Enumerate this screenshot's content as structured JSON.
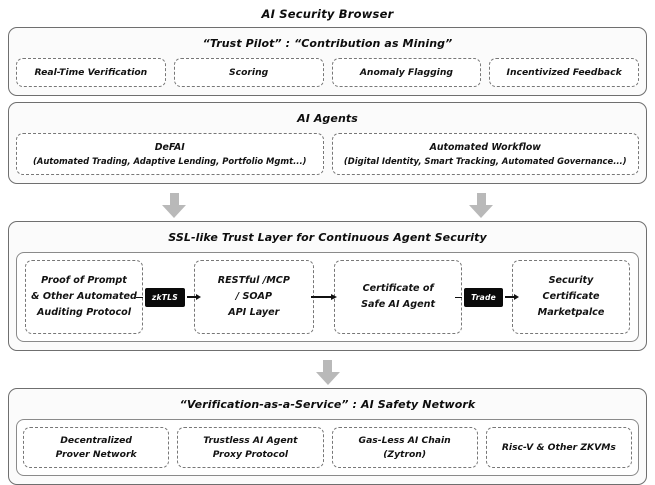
{
  "page": {
    "title": "AI Security Browser"
  },
  "sections": {
    "trust_pilot": {
      "heading": "“Trust Pilot” : “Contribution as Mining”",
      "items": [
        {
          "label": "Real-Time Verification"
        },
        {
          "label": "Scoring"
        },
        {
          "label": "Anomaly Flagging"
        },
        {
          "label": "Incentivized Feedback"
        }
      ]
    },
    "ai_agents": {
      "heading": "AI Agents",
      "items": [
        {
          "name": "DeFAI",
          "detail": "(Automated Trading, Adaptive Lending, Portfolio Mgmt...)"
        },
        {
          "name": "Automated Workflow",
          "detail": "(Digital Identity, Smart Tracking, Automated Governance...)"
        }
      ]
    },
    "trust_layer": {
      "heading": "SSL-like Trust Layer for Continuous Agent Security",
      "nodes": [
        {
          "line1": "Proof of Prompt",
          "line2": "& Other Automated",
          "line3": "Auditing Protocol"
        },
        {
          "line1": "RESTful /MCP",
          "line2": "/ SOAP",
          "line3": "API Layer"
        },
        {
          "line1": "Certificate of",
          "line2": "Safe AI Agent",
          "line3": ""
        },
        {
          "line1": "Security",
          "line2": "Certificate",
          "line3": "Marketpalce"
        }
      ],
      "connectors": [
        {
          "badge": "zkTLS"
        },
        {
          "badge": ""
        },
        {
          "badge": "Trade"
        }
      ]
    },
    "vaas": {
      "heading": "“Verification-as-a-Service” : AI Safety Network",
      "items": [
        {
          "line1": "Decentralized",
          "line2": "Prover Network"
        },
        {
          "line1": "Trustless AI Agent",
          "line2": "Proxy Protocol"
        },
        {
          "line1": "Gas-Less AI Chain",
          "line2": "(Zytron)"
        },
        {
          "line1": "Risc-V & Other ZKVMs",
          "line2": ""
        }
      ]
    }
  },
  "colors": {
    "arrow_gray": "#b9b9b9",
    "badge_bg": "#0a0a0a",
    "badge_fg": "#ffffff",
    "panel_border": "#6f6f6f",
    "box_border": "#777777",
    "text": "#111111"
  },
  "icons": {
    "down_arrow": "down-arrow-icon",
    "right_arrow": "right-arrow-icon"
  }
}
